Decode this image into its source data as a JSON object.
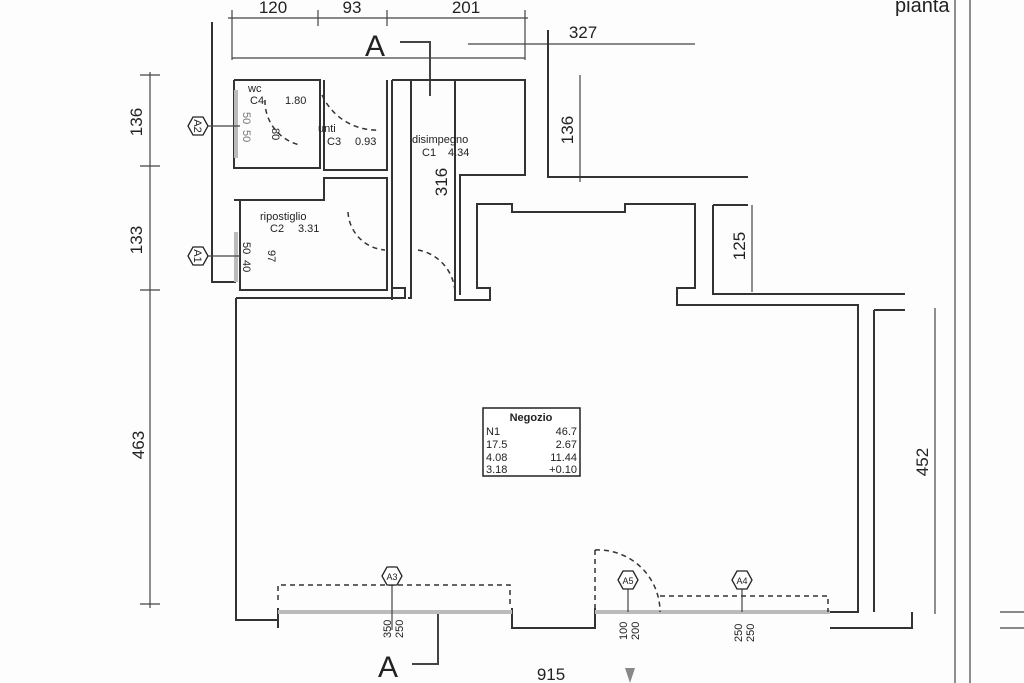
{
  "title": "pianta",
  "section_mark": "A",
  "dimensions": {
    "top": [
      "120",
      "93",
      "201"
    ],
    "top_right": "327",
    "left": [
      "136",
      "133",
      "463"
    ],
    "corridor": "316",
    "right_upper": "136",
    "right_middle": "125",
    "right_lower": "452",
    "bottom": "915"
  },
  "rooms": {
    "wc": {
      "name": "wc",
      "code": "C4",
      "area": "1.80",
      "dim": "80"
    },
    "unti": {
      "name": "unti",
      "code": "C3",
      "area": "0.93"
    },
    "disimpegno": {
      "name": "disimpegno",
      "code": "C1",
      "area": "4.34"
    },
    "ripostiglio": {
      "name": "ripostiglio",
      "code": "C2",
      "area": "3.31",
      "dim": "97"
    },
    "negozio": {
      "name": "Negozio",
      "rows": [
        [
          "N1",
          "46.7"
        ],
        [
          "17.5",
          "2.67"
        ],
        [
          "4.08",
          "11.44"
        ],
        [
          "3.18",
          "+0.10"
        ]
      ]
    }
  },
  "openings": [
    {
      "tag": "A1",
      "dims": [
        "50",
        "40"
      ]
    },
    {
      "tag": "A2",
      "dims": [
        "50",
        "50"
      ]
    },
    {
      "tag": "A3",
      "dims": [
        "350",
        "250"
      ]
    },
    {
      "tag": "A5",
      "dims": [
        "100",
        "200"
      ]
    },
    {
      "tag": "A4",
      "dims": [
        "250",
        "250"
      ]
    }
  ]
}
